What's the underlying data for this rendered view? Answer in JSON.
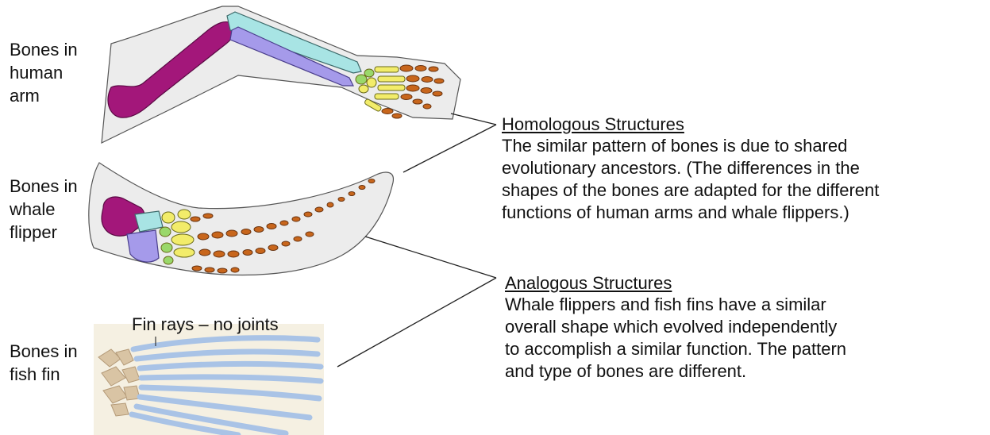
{
  "labels": {
    "arm": "Bones in\nhuman\narm",
    "whale": "Bones in\nwhale\nflipper",
    "fish": "Bones in\nfish fin",
    "fin_rays": "Fin rays – no joints"
  },
  "homologous": {
    "title": "Homologous Structures",
    "lines": [
      "The similar pattern of bones is due to shared",
      "evolutionary ancestors. (The differences in the",
      "shapes of the bones are adapted for the different",
      "functions of human arms and whale flippers.)"
    ]
  },
  "analogous": {
    "title": "Analogous Structures",
    "lines": [
      "Whale flippers and fish fins have a similar",
      "overall shape which evolved independently",
      "to accomplish a similar function. The pattern",
      "and type of bones are different."
    ]
  },
  "colors": {
    "humerus": "#a3177a",
    "radius": "#a59aea",
    "ulna": "#a8e4e4",
    "carpal_yellow": "#f2ec6a",
    "carpal_green": "#9ad86a",
    "phalanx": "#c8661c",
    "limb_skin": "#e8e8e8",
    "fin_background": "#f5f0e2",
    "fin_ray": "#a9c3e6",
    "fin_base": "#d9c4a4"
  }
}
